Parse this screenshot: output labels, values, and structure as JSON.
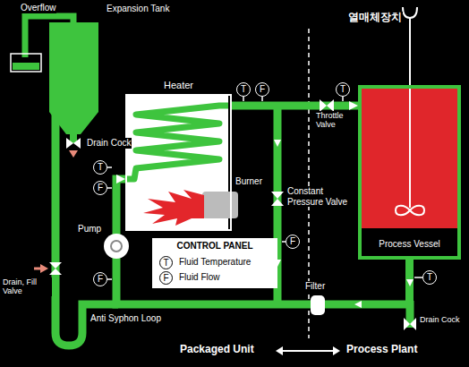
{
  "diagram": {
    "nodes": [
      {
        "text": [
          "Heater"
        ]
      },
      {
        "text": [
          "T"
        ]
      },
      {
        "text": [
          "F"
        ]
      },
      {
        "text": [
          "T"
        ]
      },
      {
        "text": [
          "Process Vessel"
        ]
      },
      {
        "text": [
          "T"
        ]
      },
      {
        "text": [
          "F"
        ]
      },
      {
        "text": [
          "CONTROL PANEL",
          "Fluid Temperature",
          "Fluid Flow"
        ]
      },
      {
        "text": [
          "T"
        ],
        "in": 7
      },
      {
        "text": [
          "F"
        ],
        "in": 7
      },
      {
        "text": [
          "F"
        ]
      },
      {
        "text": [
          "T"
        ]
      },
      {
        "text": [
          "F"
        ]
      }
    ],
    "edges": [
      {
        "from": 0,
        "to": 4,
        "arrow": "to"
      },
      {
        "from": 4,
        "to": 0,
        "arrow": "to"
      }
    ],
    "labels": [
      "Overflow",
      "Expansion Tank",
      "열매체장치",
      "Drain Cock",
      "Burner",
      "Throttle Valve",
      "Constant Pressure Valve",
      "Pump",
      "Drain, Fill Valve",
      "Anti Syphon Loop",
      "Filter",
      "Drain Cock",
      "Packaged Unit",
      "Process Plant"
    ]
  }
}
